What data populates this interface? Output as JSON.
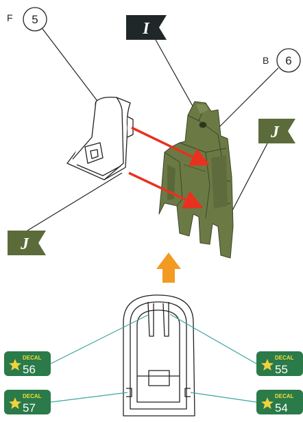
{
  "callouts": {
    "part_f": {
      "letter": "F",
      "number": "5"
    },
    "part_b": {
      "letter": "B",
      "number": "6"
    }
  },
  "flags": {
    "top": {
      "letter": "I",
      "color": "#1f2729"
    },
    "right": {
      "letter": "J",
      "color": "#5b6b3a"
    },
    "left": {
      "letter": "J",
      "color": "#5b6b3a"
    }
  },
  "decals": {
    "label": "DECAL",
    "top_left": "56",
    "bottom_left": "57",
    "top_right": "55",
    "bottom_right": "54",
    "badge_color": "#2a7a4a",
    "star_color": "#f2d23b"
  },
  "colors": {
    "seat_green": "#6b7a45",
    "assembly_arrow": "#e8311f",
    "down_arrow": "#f39a23",
    "leader_line": "#3aa79c"
  }
}
